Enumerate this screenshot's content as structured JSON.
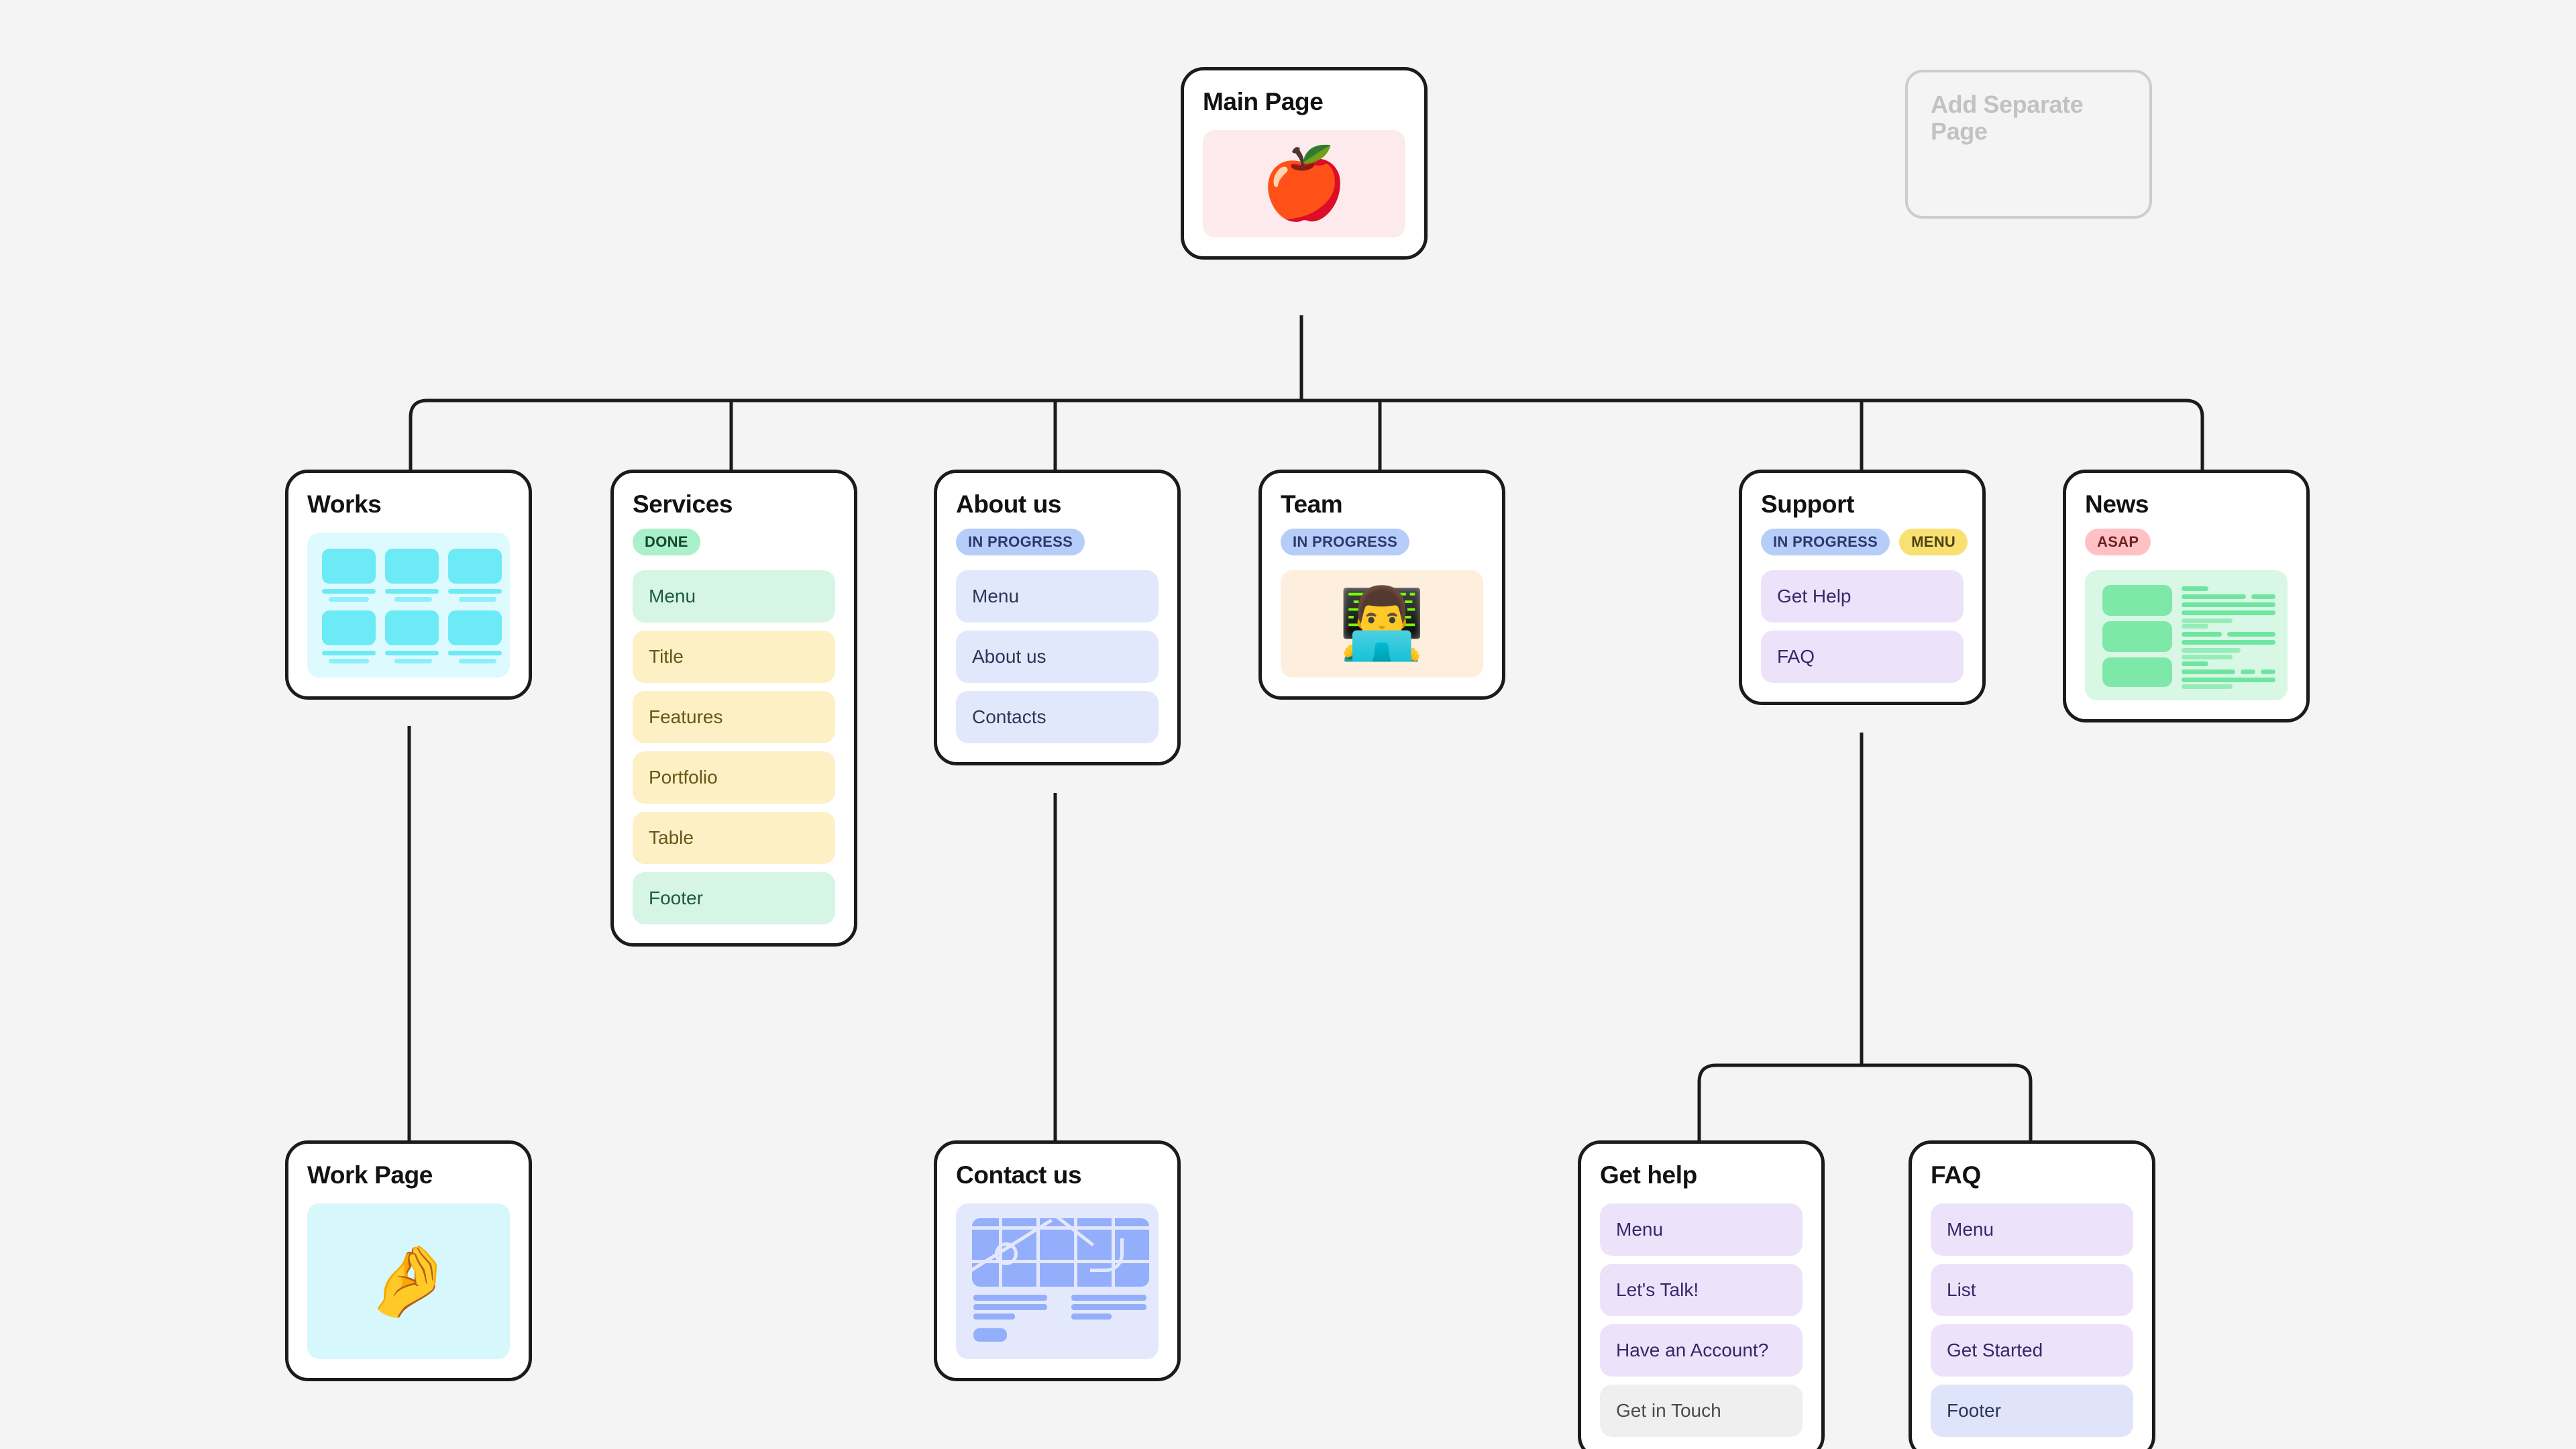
{
  "canvas": {
    "background": "#f4f4f4",
    "line_color": "#1b1b1f"
  },
  "palette": {
    "card_border": "#1b1b1f",
    "badge_done": "#a9f0cb",
    "badge_in_progress": "#b6cdfa",
    "badge_menu": "#f8e171",
    "badge_asap": "#ffc1c4",
    "row_green": "#d6f5e4",
    "row_yellow": "#fcf0c4",
    "row_blue": "#e2e8fb",
    "row_purple": "#ece3fb",
    "row_grey": "#efefef"
  },
  "root": {
    "title": "Main Page",
    "thumb_emoji": "🍎",
    "thumb_name": "apple-emoji"
  },
  "placeholder": {
    "title": "Add Separate Page"
  },
  "level1": [
    {
      "id": "works",
      "title": "Works",
      "badges": [],
      "rows": [],
      "thumb": "works-grid-wireframe"
    },
    {
      "id": "services",
      "title": "Services",
      "badges": [
        {
          "label": "DONE",
          "style": "done"
        }
      ],
      "rows": [
        {
          "label": "Menu",
          "style": "green"
        },
        {
          "label": "Title",
          "style": "yellow"
        },
        {
          "label": "Features",
          "style": "yellow"
        },
        {
          "label": "Portfolio",
          "style": "yellow"
        },
        {
          "label": "Table",
          "style": "yellow"
        },
        {
          "label": "Footer",
          "style": "green"
        }
      ],
      "thumb": null
    },
    {
      "id": "about-us",
      "title": "About us",
      "badges": [
        {
          "label": "IN PROGRESS",
          "style": "progress"
        }
      ],
      "rows": [
        {
          "label": "Menu",
          "style": "blue"
        },
        {
          "label": "About us",
          "style": "blue"
        },
        {
          "label": "Contacts",
          "style": "blue"
        }
      ],
      "thumb": null
    },
    {
      "id": "team",
      "title": "Team",
      "badges": [
        {
          "label": "IN PROGRESS",
          "style": "progress"
        }
      ],
      "rows": [],
      "thumb": "person-at-laptop-emoji",
      "thumb_emoji": "👨‍💻"
    },
    {
      "id": "support",
      "title": "Support",
      "badges": [
        {
          "label": "IN PROGRESS",
          "style": "progress"
        },
        {
          "label": "MENU",
          "style": "menu"
        }
      ],
      "rows": [
        {
          "label": "Get Help",
          "style": "purple"
        },
        {
          "label": "FAQ",
          "style": "purple"
        }
      ],
      "thumb": null
    },
    {
      "id": "news",
      "title": "News",
      "badges": [
        {
          "label": "ASAP",
          "style": "asap"
        }
      ],
      "rows": [],
      "thumb": "news-list-wireframe"
    }
  ],
  "level2": [
    {
      "id": "work-page",
      "title": "Work Page",
      "parent": "works",
      "badges": [],
      "rows": [],
      "thumb": "pinched-fingers-emoji",
      "thumb_emoji": "🤌"
    },
    {
      "id": "contact-us",
      "title": "Contact us",
      "parent": "about-us",
      "badges": [],
      "rows": [],
      "thumb": "map-wireframe"
    },
    {
      "id": "get-help",
      "title": "Get help",
      "parent": "support",
      "badges": [],
      "rows": [
        {
          "label": "Menu",
          "style": "purple"
        },
        {
          "label": "Let's Talk!",
          "style": "purple"
        },
        {
          "label": "Have an Account?",
          "style": "purple"
        },
        {
          "label": "Get in Touch",
          "style": "grey"
        }
      ],
      "thumb": null
    },
    {
      "id": "faq",
      "title": "FAQ",
      "parent": "support",
      "badges": [],
      "rows": [
        {
          "label": "Menu",
          "style": "purple"
        },
        {
          "label": "List",
          "style": "purple"
        },
        {
          "label": "Get Started",
          "style": "purple"
        },
        {
          "label": "Footer",
          "style": "periw"
        }
      ],
      "thumb": null
    }
  ]
}
